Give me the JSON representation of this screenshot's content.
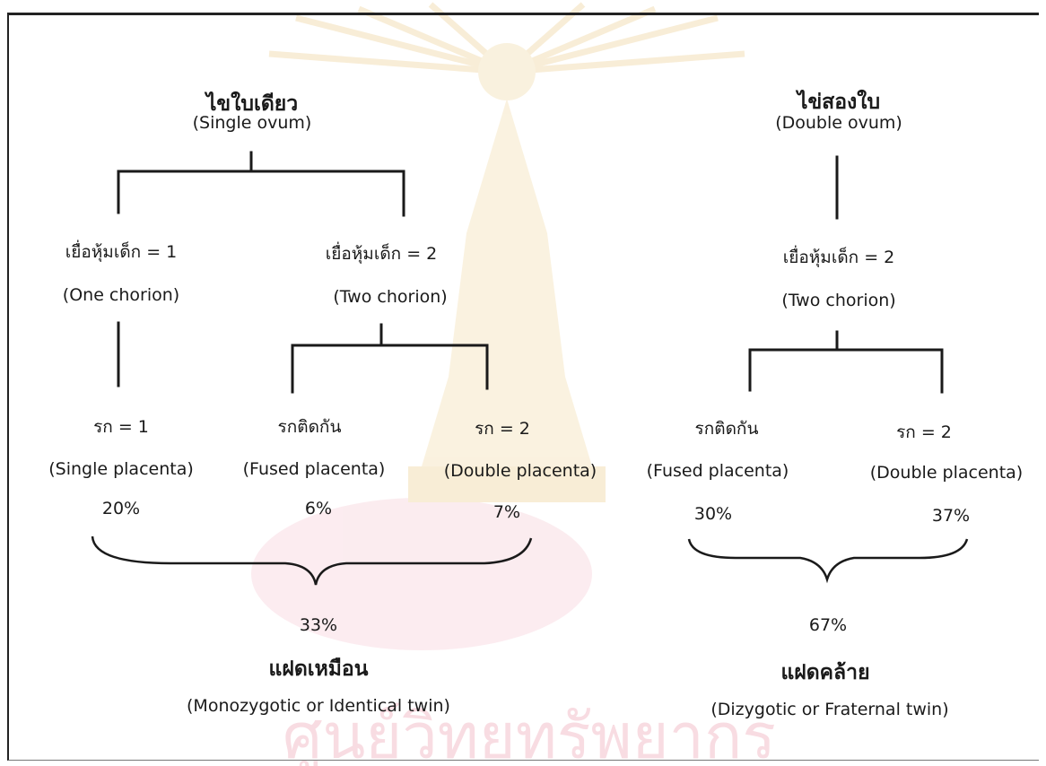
{
  "single": {
    "thai": "ไขใบเดียว",
    "eng": "(Single ovum)",
    "one_chorion_thai": "เยื่อหุ้มเด็ก = 1",
    "one_chorion_eng": "(One chorion)",
    "two_chorion_thai": "เยื่อหุ้มเด็ก = 2",
    "two_chorion_eng": "(Two chorion)",
    "placenta1_thai": "รก = 1",
    "placenta1_eng": "(Single placenta)",
    "placenta1_pct": "20%",
    "fused_thai": "รกติดกัน",
    "fused_eng": "(Fused placenta)",
    "fused_pct": "6%",
    "placenta2_thai": "รก = 2",
    "placenta2_eng": "(Double placenta)",
    "placenta2_pct": "7%",
    "total_pct": "33%",
    "result_thai": "แฝดเหมือน",
    "result_eng": "(Monozygotic or Identical twin)"
  },
  "double": {
    "thai": "ไข่สองใบ",
    "eng": "(Double ovum)",
    "two_chorion_thai": "เยื่อหุ้มเด็ก = 2",
    "two_chorion_eng": "(Two chorion)",
    "fused_thai": "รกติดกัน",
    "fused_eng": "(Fused placenta)",
    "fused_pct": "30%",
    "placenta2_thai": "รก = 2",
    "placenta2_eng": "(Double placenta)",
    "placenta2_pct": "37%",
    "total_pct": "67%",
    "result_thai": "แฝดคล้าย",
    "result_eng": "(Dizygotic or Fraternal twin)"
  },
  "watermark_text": "ศูนย์วิทยทรัพยากร",
  "colors": {
    "line": "#1a1a1a",
    "watermark_gold": "#f2dcae",
    "watermark_pink": "#f6c9d2"
  }
}
